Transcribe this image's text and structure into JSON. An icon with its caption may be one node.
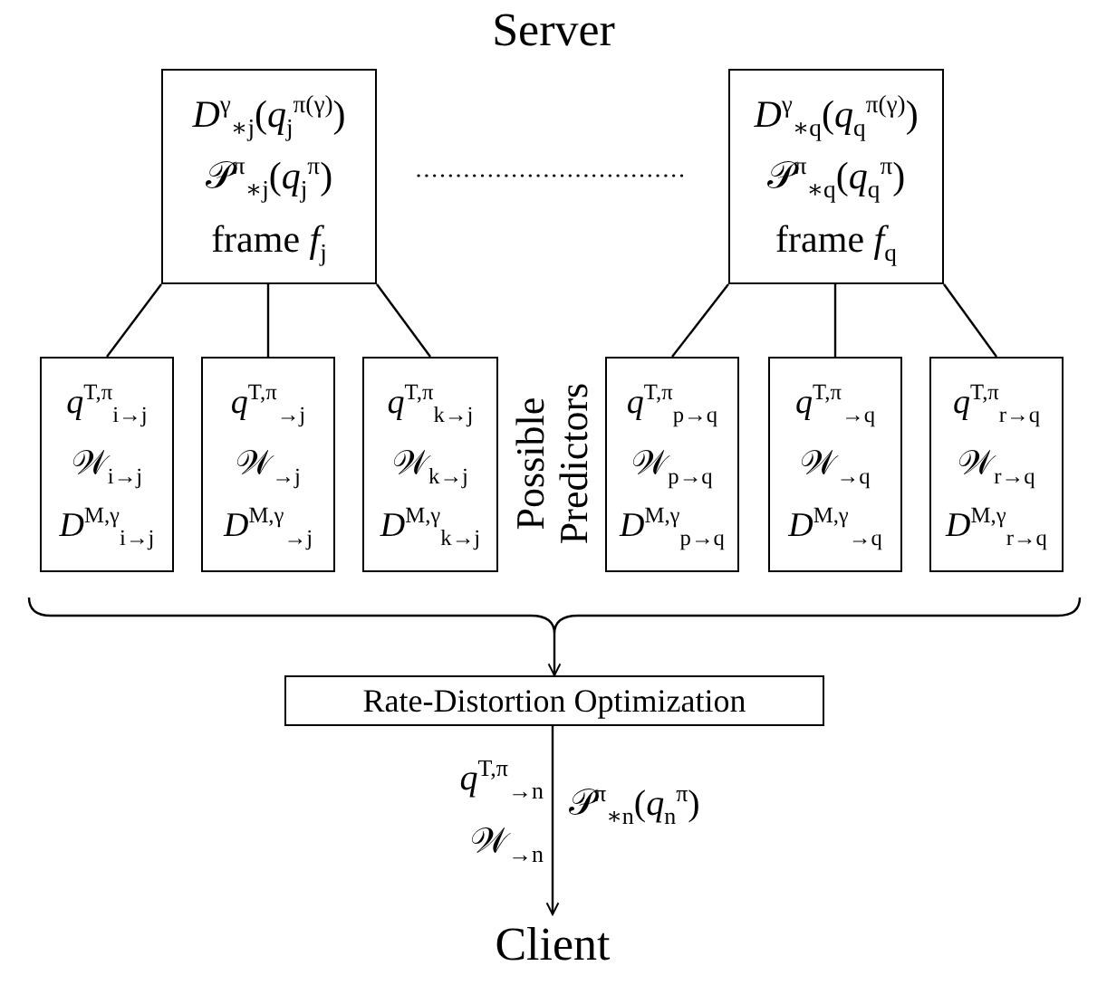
{
  "diagram": {
    "title": "Server",
    "nodes": [
      {
        "text": [
          "*D*$^{γ}$$_{∗j}$(*q*$_{j}$$^{π(γ)}$)",
          "𝒫$^{π}$$_{∗j}$(*q*$_{j}$$^{π}$)",
          "frame *f*$_{j}$"
        ]
      },
      {
        "text": [
          "*D*$^{γ}$$_{∗q}$(*q*$_{q}$$^{π(γ)}$)",
          "𝒫$^{π}$$_{∗q}$(*q*$_{q}$$^{π}$)",
          "frame *f*$_{q}$"
        ]
      },
      {
        "text": [
          "*q*$^{T,π}$$_{i→j}$",
          "𝒲$_{i→j}$",
          "*D*$^{M,γ}$$_{i→j}$"
        ]
      },
      {
        "text": [
          "*q*$^{T,π}$$_{→j}$",
          "𝒲$_{→j}$",
          "*D*$^{M,γ}$$_{→j}$"
        ]
      },
      {
        "text": [
          "*q*$^{T,π}$$_{k→j}$",
          "𝒲$_{k→j}$",
          "*D*$^{M,γ}$$_{k→j}$"
        ]
      },
      {
        "text": [
          "*q*$^{T,π}$$_{p→q}$",
          "𝒲$_{p→q}$",
          "*D*$^{M,γ}$$_{p→q}$"
        ]
      },
      {
        "text": [
          "*q*$^{T,π}$$_{→q}$",
          "𝒲$_{→q}$",
          "*D*$^{M,γ}$$_{→q}$"
        ]
      },
      {
        "text": [
          "*q*$^{T,π}$$_{r→q}$",
          "𝒲$_{r→q}$",
          "*D*$^{M,γ}$$_{r→q}$"
        ]
      },
      {
        "text": [],
        "shape": "brace"
      },
      {
        "text": [
          "Rate-Distortion Optimization"
        ]
      },
      {
        "text": [
          "Client"
        ]
      }
    ],
    "edges": [
      {
        "from": 0,
        "to": 2,
        "arrow": "none"
      },
      {
        "from": 0,
        "to": 3,
        "arrow": "none"
      },
      {
        "from": 0,
        "to": 4,
        "arrow": "none"
      },
      {
        "from": 1,
        "to": 5,
        "arrow": "none"
      },
      {
        "from": 1,
        "to": 6,
        "arrow": "none"
      },
      {
        "from": 1,
        "to": 7,
        "arrow": "none"
      },
      {
        "from": 8,
        "to": 9,
        "arrow": "to"
      },
      {
        "from": 9,
        "to": 10,
        "arrow": "to",
        "label": "𝒫$^{π}$$_{∗n}$(*q*$_{n}$$^{π}$)"
      }
    ],
    "labels": [
      "Possible Predictors",
      "*q*$^{T,π}$$_{→n}$",
      "𝒲$_{→n}$"
    ]
  }
}
